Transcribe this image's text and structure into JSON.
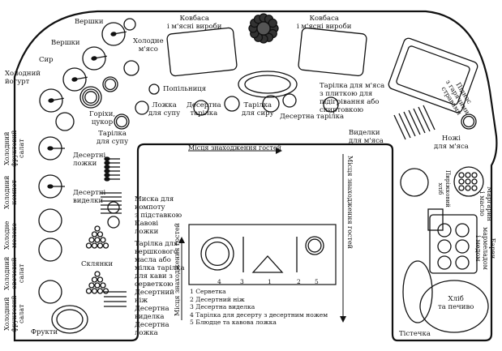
{
  "labels": {
    "kovbasa_left": "Ковбаса\nі м'ясні вироби",
    "kovbasa_right": "Ковбаса\nі м'ясні вироби",
    "vershky_top": "Вершки",
    "vershky_2": "Вершки",
    "kholodne_miaso": "Холодне\nм'ясо",
    "syr": "Сир",
    "kholodnyi_yogurt": "Холодний\nйогурт",
    "popilnychka": "Попільниця",
    "lozhka_dlia_supu": "Ложка\nдля супу",
    "desertna_tarilka": "Десертна\nтарілка",
    "tarilka_dlia_syru": "Тарілка\nдля сиру",
    "desertna_tarilka_2": "Десертна тарілка",
    "tarilka_dlia_miasa_plytka": "Тарілка для м'яса\nз плиткою для\nпідігрівання або\nспиртовкою",
    "pidnos": "Піднос\nз гарячими\nстравами",
    "goriakhy": "Горіхи,\nцукор",
    "tarilka_dlia_supu": "Тарілка\nдля супу",
    "vydelky_dlia_miasa": "Виделки\nдля м'яса",
    "nozhi_dlia_miasa": "Ножі\nдля м'яса",
    "desertni_lozhky": "Десертні\nложки",
    "desertni_vydelky": "Десертні\nвиделки",
    "mistse_hostei_top": "Місця знаходження гостей",
    "mistse_hostei_right": "Місця знаходження гостей",
    "mistse_hostei_left": "Місця знаходження гостей",
    "myska_kompot": "Миска для\nкомпоту\nз підставкою\nКавові\nложки",
    "tarilka_vershk": "Тарілка для\nвершкового\nмасла або\nмілка тарілка\nдля кави з\nсерветкою\nДесертний\nніж\nДесертна\nвиделка\nДесертна\nложка",
    "skliankы": "Склянки",
    "frukty": "Фрукти",
    "tistechka": "Тістечка",
    "khlib": "Хліб\nта печиво",
    "margaryn": "Маргарин\nі масло",
    "barvy_marmelad": "Барви мармеладом\nі медом",
    "pyrizhkovyi": "Пиріжковий\nхліб",
    "left_1": "Холодний\nфруктовий\nсалат",
    "left_2": "Холодний\nкомпот",
    "left_3": "Холодне\nмолоко",
    "left_4": "Холодний\nовочевий\nсалат",
    "left_5": "Холодний\nфруктовий\nсалат"
  },
  "place_setting_numbers": [
    "4",
    "3",
    "1",
    "2",
    "5"
  ],
  "legend": [
    "1 Серветка",
    "2 Десертний ніж",
    "3 Десертна виделка",
    "4 Тарілка для десерту з десертним ножем",
    "5 Блюдце та кавова ложка"
  ]
}
